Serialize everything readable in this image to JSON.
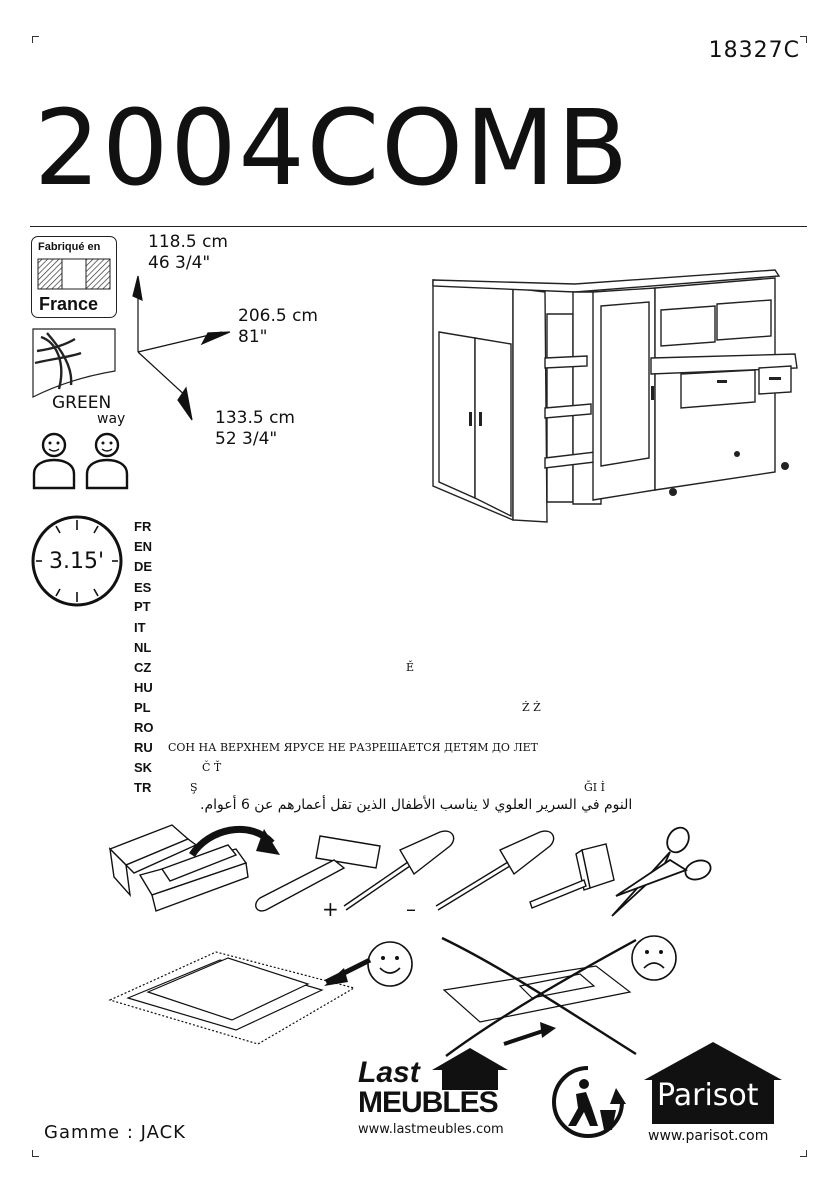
{
  "document": {
    "code": "18327C",
    "model": "2004COMB",
    "range_label": "Gamme : JACK"
  },
  "badges": {
    "fabrique_label": "Fabriqué en",
    "country": "France",
    "green_label": "GREEN",
    "way_label": "way"
  },
  "dimensions": {
    "height_cm": "118.5 cm",
    "height_in": "46 3/4\"",
    "length_cm": "206.5 cm",
    "length_in": "81\"",
    "depth_cm": "133.5 cm",
    "depth_in": "52 3/4\""
  },
  "assembly_time": "3.15'",
  "languages": [
    {
      "code": "FR",
      "text": ""
    },
    {
      "code": "EN",
      "text": ""
    },
    {
      "code": "DE",
      "text": ""
    },
    {
      "code": "ES",
      "text": ""
    },
    {
      "code": "PT",
      "text": ""
    },
    {
      "code": "IT",
      "text": ""
    },
    {
      "code": "NL",
      "text": ""
    },
    {
      "code": "CZ",
      "text": "Ě"
    },
    {
      "code": "HU",
      "text": ""
    },
    {
      "code": "PL",
      "text": "Ż            Ż"
    },
    {
      "code": "RO",
      "text": ""
    },
    {
      "code": "RU",
      "text": "СОН НА ВЕРХНЕМ ЯРУСЕ НЕ РАЗРЕШАЕТСЯ ДЕТЯМ ДО    ЛЕТ"
    },
    {
      "code": "SK",
      "text": "Č                     Ť"
    },
    {
      "code": "TR",
      "text": "Ş"
    },
    {
      "code": "TR2",
      "text": "ĞI   İ"
    }
  ],
  "arabic_warning": "النوم في السرير العلوي لا يناسب الأطفال الذين تقل أعمارهم عن 6 أعوام.",
  "tools": {
    "plus_sign": "+",
    "minus_sign": "–"
  },
  "logos": {
    "last_line1": "Last",
    "last_line2": "MEUBLES",
    "last_url": "www.lastmeubles.com",
    "parisot_name": "Parisot",
    "parisot_url": "www.parisot.com"
  }
}
